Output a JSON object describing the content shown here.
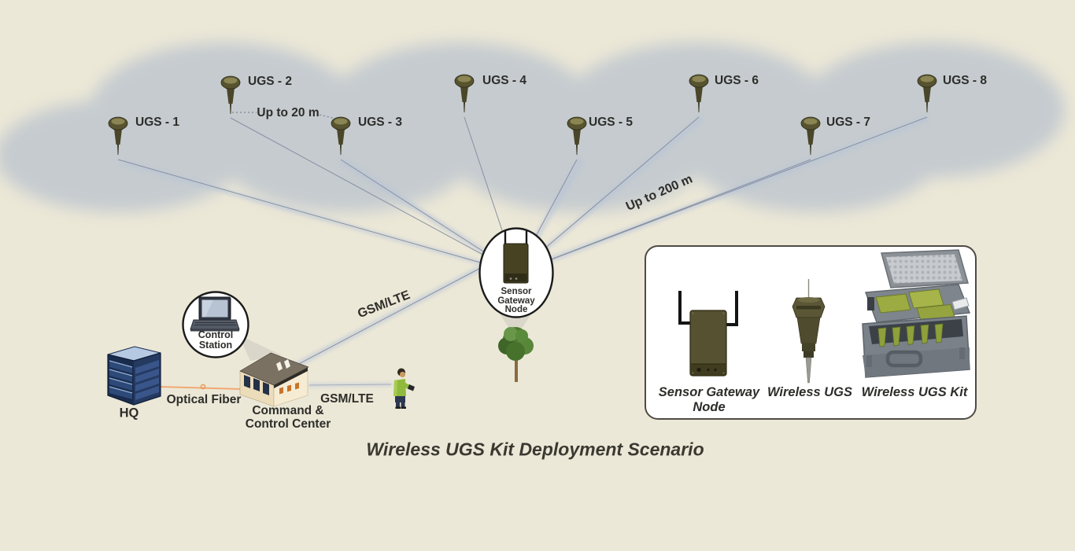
{
  "title": "Wireless UGS Kit Deployment Scenario",
  "sensors": [
    {
      "id": "ugs-1",
      "label": "UGS - 1"
    },
    {
      "id": "ugs-2",
      "label": "UGS - 2"
    },
    {
      "id": "ugs-3",
      "label": "UGS - 3"
    },
    {
      "id": "ugs-4",
      "label": "UGS - 4"
    },
    {
      "id": "ugs-5",
      "label": "UGS - 5"
    },
    {
      "id": "ugs-6",
      "label": "UGS - 6"
    },
    {
      "id": "ugs-7",
      "label": "UGS - 7"
    },
    {
      "id": "ugs-8",
      "label": "UGS - 8"
    }
  ],
  "gateway": {
    "label": "Sensor Gateway Node"
  },
  "control_station": {
    "label": "Control Station"
  },
  "hq": {
    "label": "HQ"
  },
  "command_center": {
    "label": "Command & Control Center"
  },
  "links": {
    "optical_fiber": "Optical Fiber",
    "gsm_lte_gateway": "GSM/LTE",
    "gsm_lte_handheld": "GSM/LTE",
    "range_short": "Up to 20 m",
    "range_long": "Up to 200 m"
  },
  "legend": {
    "items": [
      {
        "label": "Sensor Gateway Node"
      },
      {
        "label": "Wireless UGS"
      },
      {
        "label": "Wireless UGS Kit"
      }
    ]
  },
  "colors": {
    "background": "#ece8d7",
    "coverage": "#a6b4ca",
    "beam": "#b6c3d8",
    "link_line": "#7f8a9e",
    "optical_fiber": "#f0a974",
    "device_olive": "#514d2e",
    "case_gray": "#7e858c",
    "text_ink": "#2d2d2a"
  }
}
